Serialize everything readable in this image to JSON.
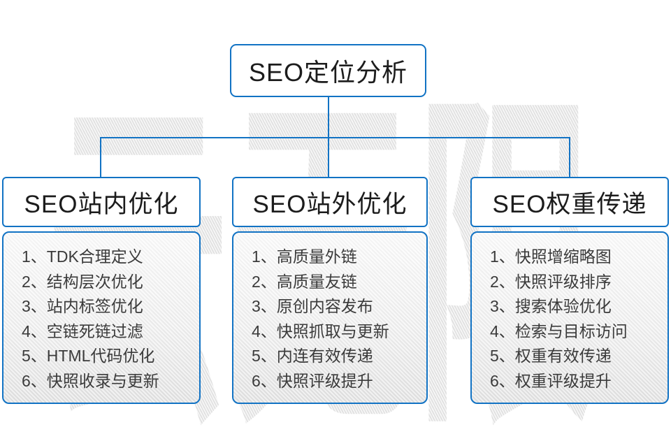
{
  "watermark": {
    "text": "云无限"
  },
  "root": {
    "title": "SEO定位分析"
  },
  "columns": [
    {
      "title": "SEO站内优化",
      "items": [
        "1、TDK合理定义",
        "2、结构层次优化",
        "3、站内标签优化",
        "4、空链死链过滤",
        "5、HTML代码优化",
        "6、快照收录与更新"
      ]
    },
    {
      "title": "SEO站外优化",
      "items": [
        "1、高质量外链",
        "2、高质量友链",
        "3、原创内容发布",
        "4、快照抓取与更新",
        "5、内连有效传递",
        "6、快照评级提升"
      ]
    },
    {
      "title": "SEO权重传递",
      "items": [
        "1、快照增缩略图",
        "2、快照评级排序",
        "3、搜索体验优化",
        "4、检索与目标访问",
        "5、权重有效传递",
        "6、权重评级提升"
      ]
    }
  ],
  "colors": {
    "accent_blue": "#1273c4",
    "heading_text": "#1c1c1c",
    "body_text": "#3b3b3b",
    "watermark_gray": "#e4e4e4"
  }
}
